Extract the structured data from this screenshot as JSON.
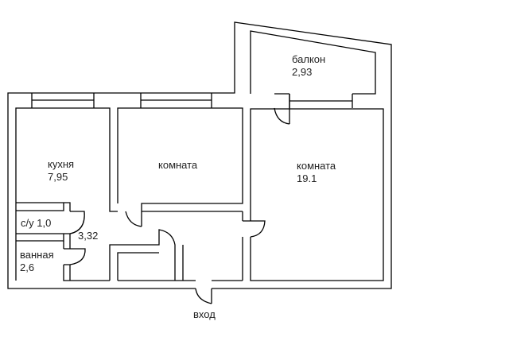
{
  "rooms": {
    "kitchen": {
      "name": "кухня",
      "area": "7,95"
    },
    "room_small": {
      "name": "комната"
    },
    "room_large": {
      "name": "комната",
      "area": "19.1"
    },
    "balcony": {
      "name": "балкон",
      "area": "2,93"
    },
    "toilet": {
      "label": "с/у 1,0"
    },
    "hallway": {
      "area": "3,32"
    },
    "bathroom": {
      "name": "ванная",
      "area": "2,6"
    }
  },
  "entrance": {
    "label": "вход"
  }
}
